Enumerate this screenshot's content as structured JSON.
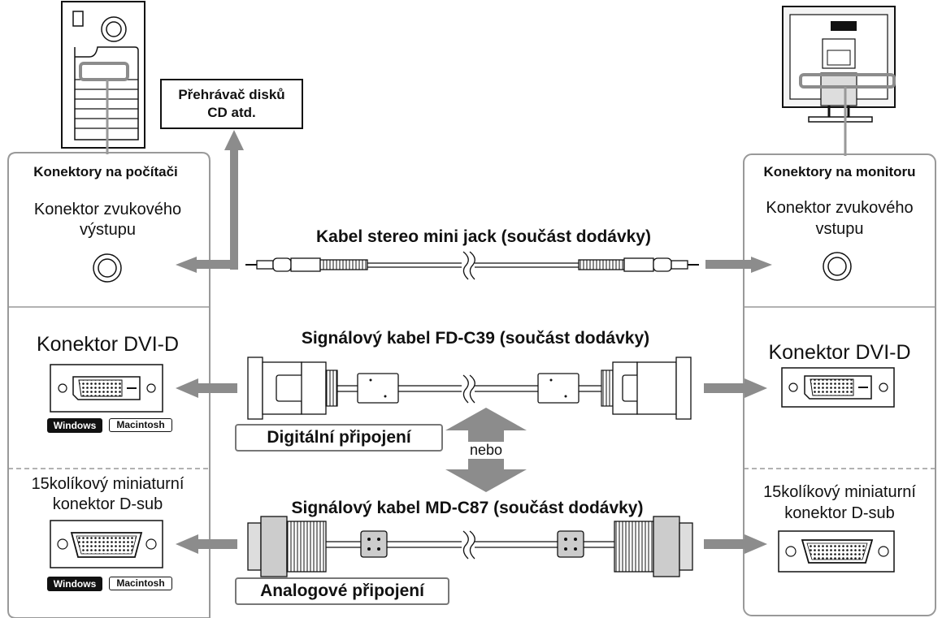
{
  "computer_panel": {
    "title": "Konektory na počítači",
    "audio_out_line1": "Konektor zvukového",
    "audio_out_line2": "výstupu",
    "dvi_label": "Konektor DVI-D",
    "dsub_line1": "15kolíkový miniaturní",
    "dsub_line2": "konektor D-sub",
    "badge_windows": "Windows",
    "badge_mac": "Macintosh"
  },
  "monitor_panel": {
    "title": "Konektory na monitoru",
    "audio_in_line1": "Konektor zvukového",
    "audio_in_line2": "vstupu",
    "dvi_label": "Konektor DVI-D",
    "dsub_line1": "15kolíkový miniaturní",
    "dsub_line2": "konektor D-sub"
  },
  "cd_player": {
    "line1": "Přehrávač disků",
    "line2": "CD atd."
  },
  "cables": {
    "stereo": "Kabel stereo mini jack (součást dodávky)",
    "dvi": "Signálový kabel FD-C39 (součást dodávky)",
    "dsub": "Signálový kabel MD-C87 (součást dodávky)"
  },
  "connection_types": {
    "digital": "Digitální připojení",
    "or": "nebo",
    "analog": "Analogové připojení"
  },
  "colors": {
    "arrow": "#8c8c8c",
    "panel_border": "#999999",
    "badge_dark": "#111111"
  }
}
